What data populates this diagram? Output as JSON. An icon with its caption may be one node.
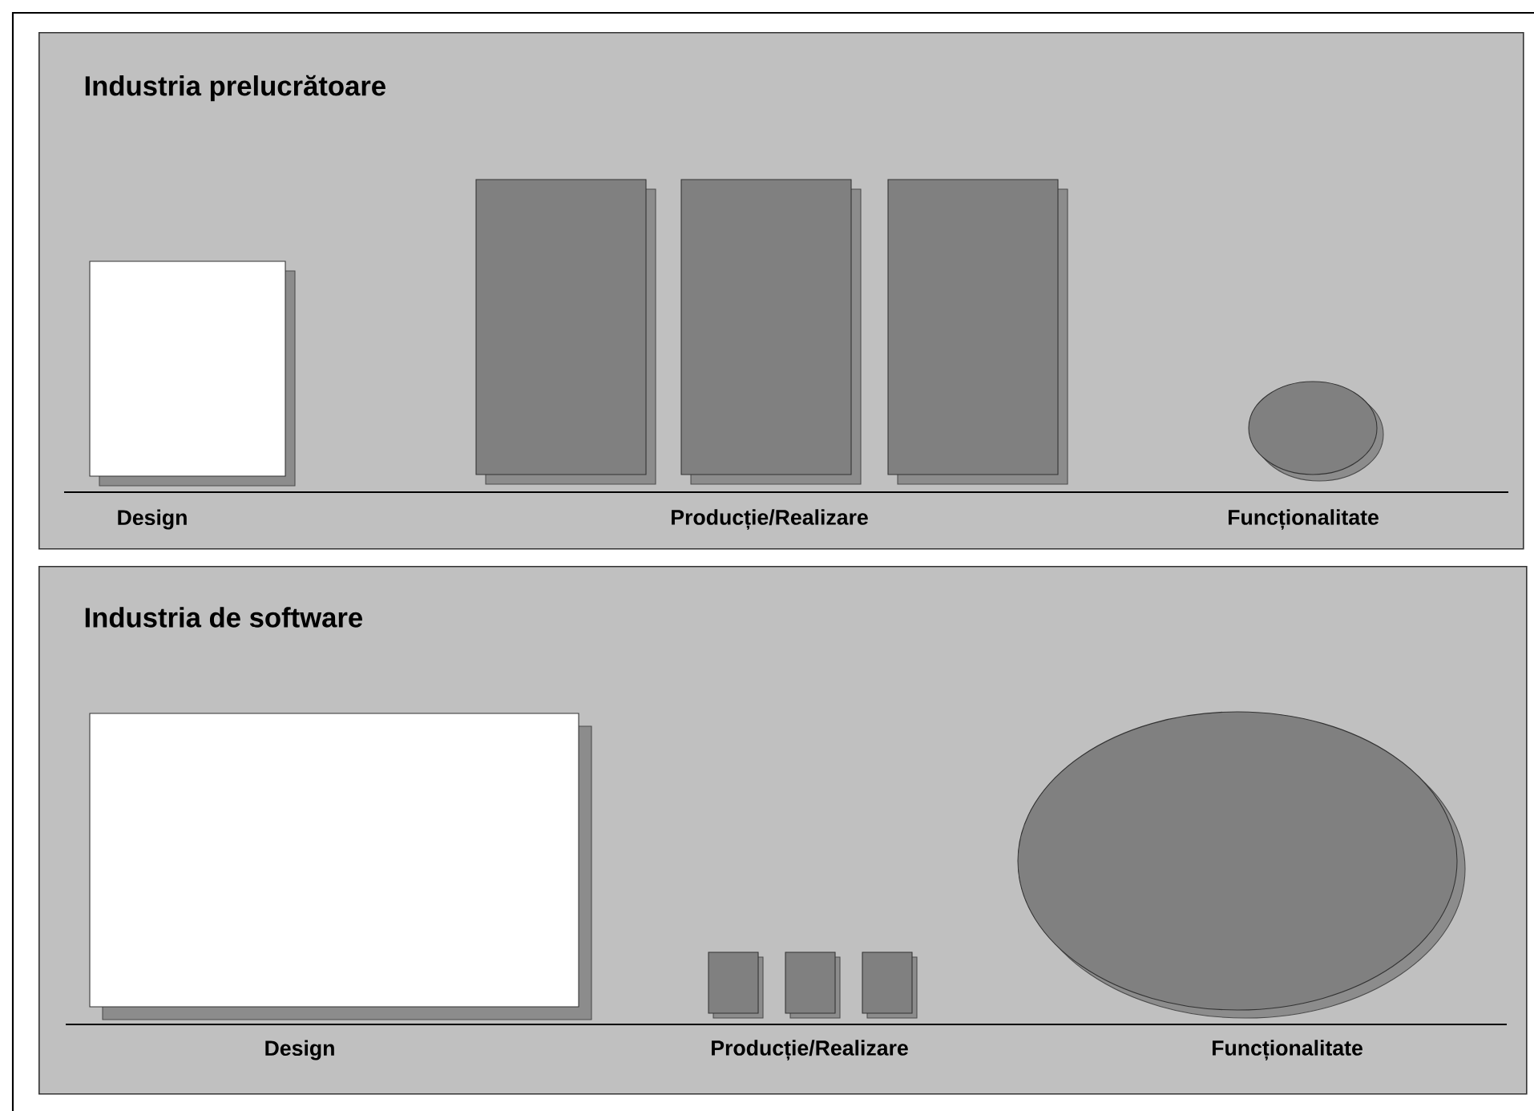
{
  "diagram": {
    "nodes": [
      {
        "text": [
          "Industria prelucrătoare",
          "Design",
          "Producție/Realizare",
          "Funcționalitate"
        ]
      },
      {
        "text": [
          "Industria de software",
          "Design",
          "Producție/Realizare",
          "Funcționalitate"
        ]
      }
    ]
  }
}
